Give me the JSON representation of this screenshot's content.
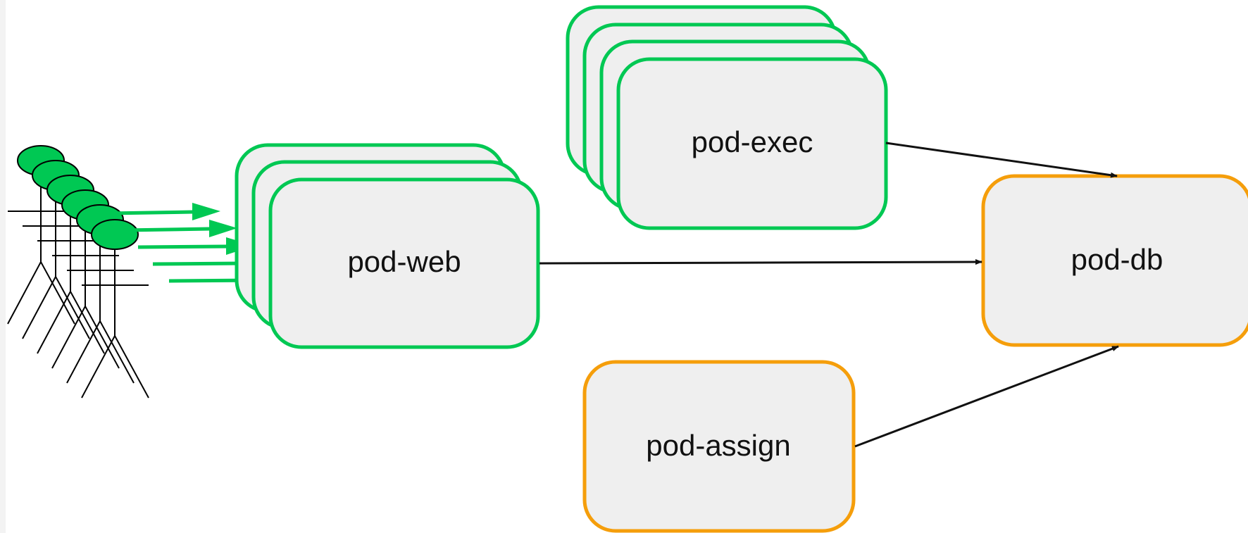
{
  "colors": {
    "canvas_background": "#ffffff",
    "page_background": "#f3f3f3",
    "pod_fill": "#efefef",
    "replicated_border": "#00c853",
    "single_border": "#f59e0b",
    "connector": "#111111",
    "user_head_fill": "#00c853",
    "user_outline": "#000000"
  },
  "users": {
    "count": 6,
    "icon": "person-stick-figure-icon",
    "request_arrow_color": "#00c853"
  },
  "pods": {
    "web": {
      "label": "pod-web",
      "replicas": 3,
      "border_color": "#00c853"
    },
    "exec": {
      "label": "pod-exec",
      "replicas": 4,
      "border_color": "#00c853"
    },
    "db": {
      "label": "pod-db",
      "replicas": 1,
      "border_color": "#f59e0b"
    },
    "assign": {
      "label": "pod-assign",
      "replicas": 1,
      "border_color": "#f59e0b"
    }
  },
  "connections": [
    {
      "from": "pod-web",
      "to": "pod-db"
    },
    {
      "from": "pod-exec",
      "to": "pod-db"
    },
    {
      "from": "pod-assign",
      "to": "pod-db"
    }
  ]
}
